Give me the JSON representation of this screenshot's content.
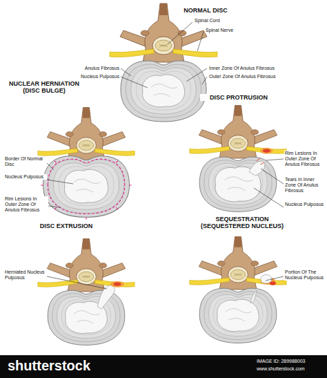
{
  "diagram": {
    "labels": [
      "NORMAL DISC",
      "Spinal Cord",
      "Spinal Nerve",
      "Anulus Fibrosus",
      "Nucleus Pulposus",
      "Inner Zone Of Anulus Fibrosus",
      "Outer Zone Of Anulus Fibrosus",
      "NUCLEAR HERNIATION (DISC BULGE)",
      "DISC PROTRUSION",
      "Border Of Normal Disc",
      "Nucleus Pulposus",
      "Rim Lesions In Outer Zone Of Anulus Fibrosus",
      "Rim Lesions In Outer Zone Of Anulus Fibrosus",
      "Tears In Inner Zone Of Anulus Fibrosus",
      "Nucleus Pulposus",
      "DISC EXTRUSION",
      "SEQUESTRATION (SEQUESTERED NUCLEUS)",
      "Herniated Nucleus Pulposus",
      "Portion Of The Nucleus Pulposus",
      "shutterstock",
      "IMAGE ID: 289988003",
      "www.shutterstock.com"
    ]
  }
}
